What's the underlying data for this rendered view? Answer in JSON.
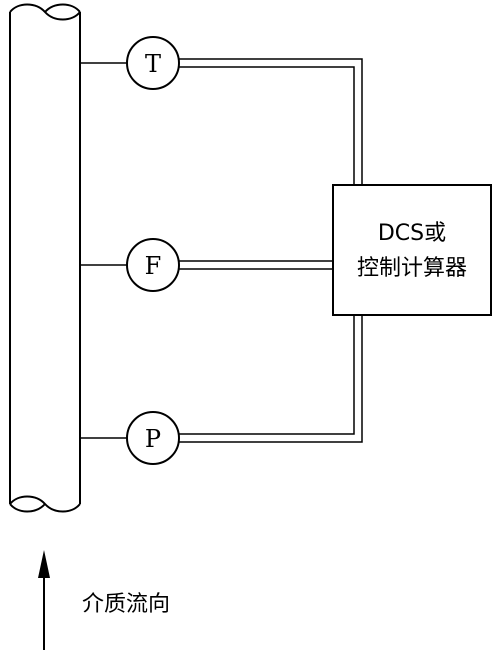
{
  "instruments": [
    {
      "symbol": "T"
    },
    {
      "symbol": "F"
    },
    {
      "symbol": "P"
    }
  ],
  "controller": {
    "line1": "DCS或",
    "line2": "控制计算器"
  },
  "flow": {
    "label": "介质流向"
  }
}
